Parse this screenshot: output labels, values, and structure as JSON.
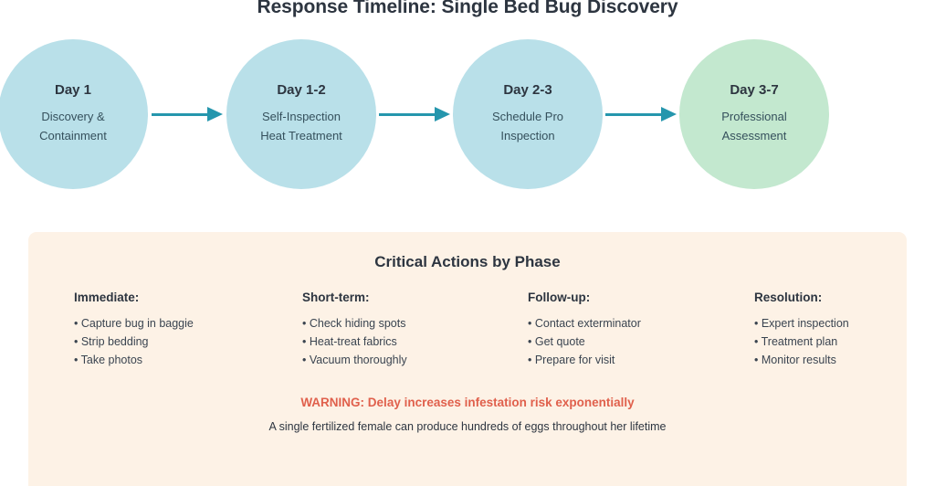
{
  "title": "Response Timeline: Single Bed Bug Discovery",
  "colors": {
    "node_blue": "#b9e0e9",
    "node_green": "#c3e8cf",
    "arrow_teal": "#2596ad",
    "panel_cream": "#fdf2e6",
    "warning_red": "#e0604c",
    "text_dark": "#2d3540"
  },
  "timeline": {
    "nodes": [
      {
        "day": "Day 1",
        "line1": "Discovery &",
        "line2": "Containment",
        "color": "blue"
      },
      {
        "day": "Day 1-2",
        "line1": "Self-Inspection",
        "line2": "Heat Treatment",
        "color": "blue"
      },
      {
        "day": "Day 2-3",
        "line1": "Schedule Pro",
        "line2": "Inspection",
        "color": "blue"
      },
      {
        "day": "Day 3-7",
        "line1": "Professional",
        "line2": "Assessment",
        "color": "green"
      }
    ],
    "connectors": [
      {
        "name": "arrow-1-to-2"
      },
      {
        "name": "arrow-2-to-3"
      },
      {
        "name": "arrow-3-to-4"
      }
    ]
  },
  "actions_panel": {
    "heading": "Critical Actions by Phase",
    "columns": [
      {
        "title": "Immediate:",
        "items": [
          "• Capture bug in baggie",
          "• Strip bedding",
          "• Take photos"
        ]
      },
      {
        "title": "Short-term:",
        "items": [
          "• Check hiding spots",
          "• Heat-treat fabrics",
          "• Vacuum thoroughly"
        ]
      },
      {
        "title": "Follow-up:",
        "items": [
          "• Contact exterminator",
          "• Get quote",
          "• Prepare for visit"
        ]
      },
      {
        "title": "Resolution:",
        "items": [
          "• Expert inspection",
          "• Treatment plan",
          "• Monitor results"
        ]
      }
    ],
    "warning": "WARNING: Delay increases infestation risk exponentially",
    "warning_subtext": "A single fertilized female can produce hundreds of eggs throughout her lifetime"
  }
}
